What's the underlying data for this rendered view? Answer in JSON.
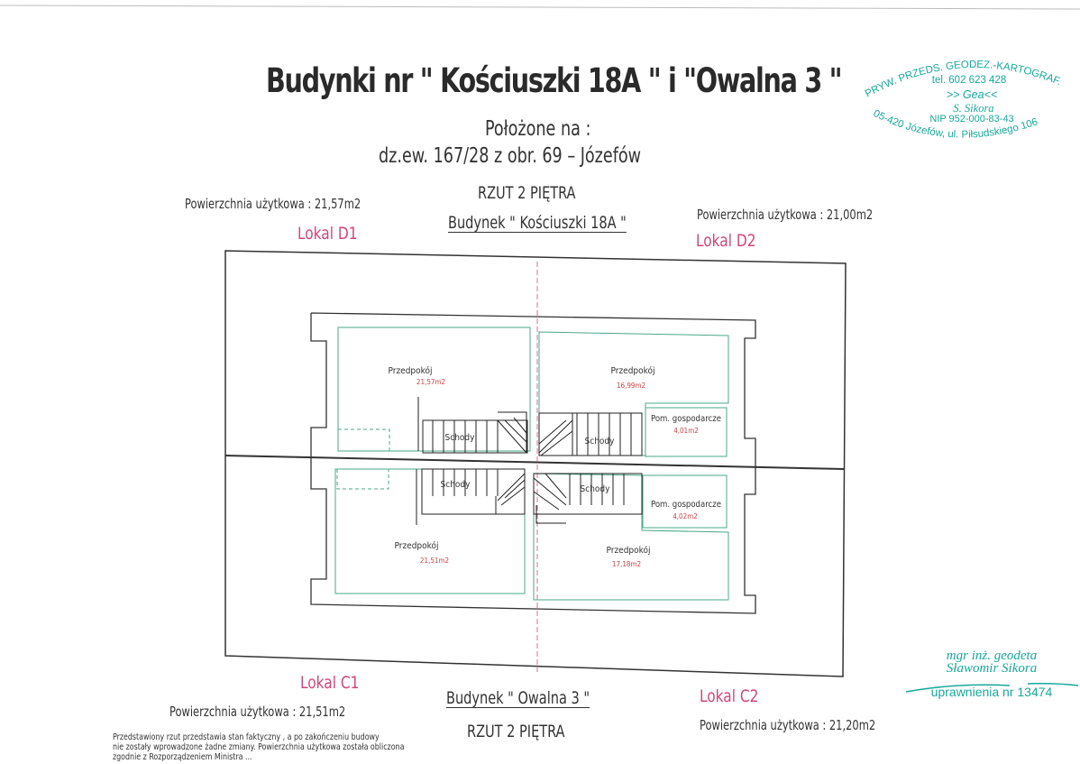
{
  "title": "Budynki nr \" Kościuszki 18A \" i \"Owalna 3 \"",
  "location_label": "Położone na :",
  "parcel": "dz.ew. 167/28  z obr. 69  –  Józefów",
  "top": {
    "floor": "RZUT  2 PIĘTRA",
    "building": "Budynek  \" Kościuszki 18A \"",
    "left": {
      "area": "Powierzchnia użytkowa  : 21,57m2",
      "unit": "Lokal D1"
    },
    "right": {
      "area": "Powierzchnia użytkowa  : 21,00m2",
      "unit": "Lokal D2"
    }
  },
  "bottom": {
    "floor": "RZUT  2 PIĘTRA",
    "building": "Budynek  \" Owalna 3 \"",
    "left": {
      "area": "Powierzchnia użytkowa   : 21,51m2",
      "unit": "Lokal C1"
    },
    "right": {
      "area": "Powierzchnia użytkowa  : 21,20m2",
      "unit": "Lokal C2"
    }
  },
  "rooms": {
    "d1": {
      "name": "Przedpokój",
      "area": "21,57m2",
      "stairs": "Schody"
    },
    "d2": {
      "name": "Przedpokój",
      "area": "16,99m2",
      "stairs": "Schody",
      "utility": "Pom. gospodarcze",
      "utility_area": "4,01m2"
    },
    "c1": {
      "name": "Przedpokój",
      "area": "21,51m2",
      "stairs": "Schody"
    },
    "c2": {
      "name": "Przedpokój",
      "area": "17,18m2",
      "stairs": "Schody",
      "utility": "Pom. gospodarcze",
      "utility_area": "4,02m2"
    }
  },
  "note": [
    "Przedstawiony rzut przedstawia stan faktyczny , a po zakończeniu budowy",
    "nie zostały wprowadzone żadne zmiany. Powierzchnia użytkowa została obliczona",
    "zgodnie z Rozporządzeniem Ministra ..."
  ],
  "stamp": {
    "arc_top": "PRYW. PRZEDS. GEODEZ.-KARTOGRAF.",
    "tel": "tel. 602 623 428",
    "brand": ">> Gea<<",
    "name": "S. Sikora",
    "nip": "NIP 952-000-83-43",
    "arc_bottom": "05-420 Józefów, ul. Piłsudskiego 106"
  },
  "signature_stamp": {
    "title": "mgr inż. geodeta",
    "name": "Sławomir Sikora",
    "license": "uprawnienia nr 13474"
  },
  "colors": {
    "stamp": "#17a89a",
    "unit_label": "#d0457a",
    "room_outline": "#4aa88a",
    "area_text": "#d04040"
  }
}
